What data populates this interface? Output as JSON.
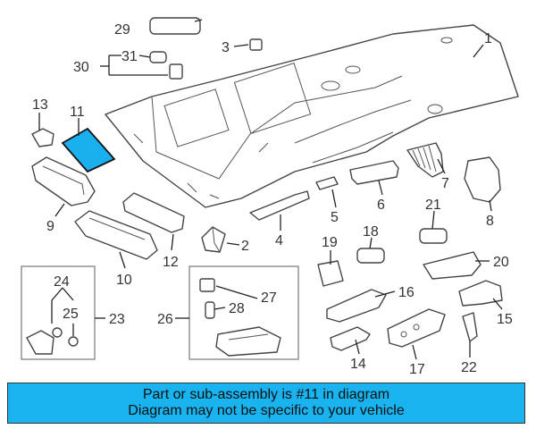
{
  "callouts": {
    "c1": "1",
    "c2": "2",
    "c3": "3",
    "c4": "4",
    "c5": "5",
    "c6": "6",
    "c7": "7",
    "c8": "8",
    "c9": "9",
    "c10": "10",
    "c11": "11",
    "c12": "12",
    "c13": "13",
    "c14": "14",
    "c15": "15",
    "c16": "16",
    "c17": "17",
    "c18": "18",
    "c19": "19",
    "c20": "20",
    "c21": "21",
    "c22": "22",
    "c23": "23",
    "c24": "24",
    "c25": "25",
    "c26": "26",
    "c27": "27",
    "c28": "28",
    "c29": "29",
    "c30": "30",
    "c31": "31"
  },
  "colors": {
    "highlight": "#1ab0f0",
    "banner": "#19b3ef"
  },
  "caption": {
    "line1": "Part or sub-assembly is #11 in diagram",
    "line2": "Diagram may not be specific to your vehicle"
  }
}
